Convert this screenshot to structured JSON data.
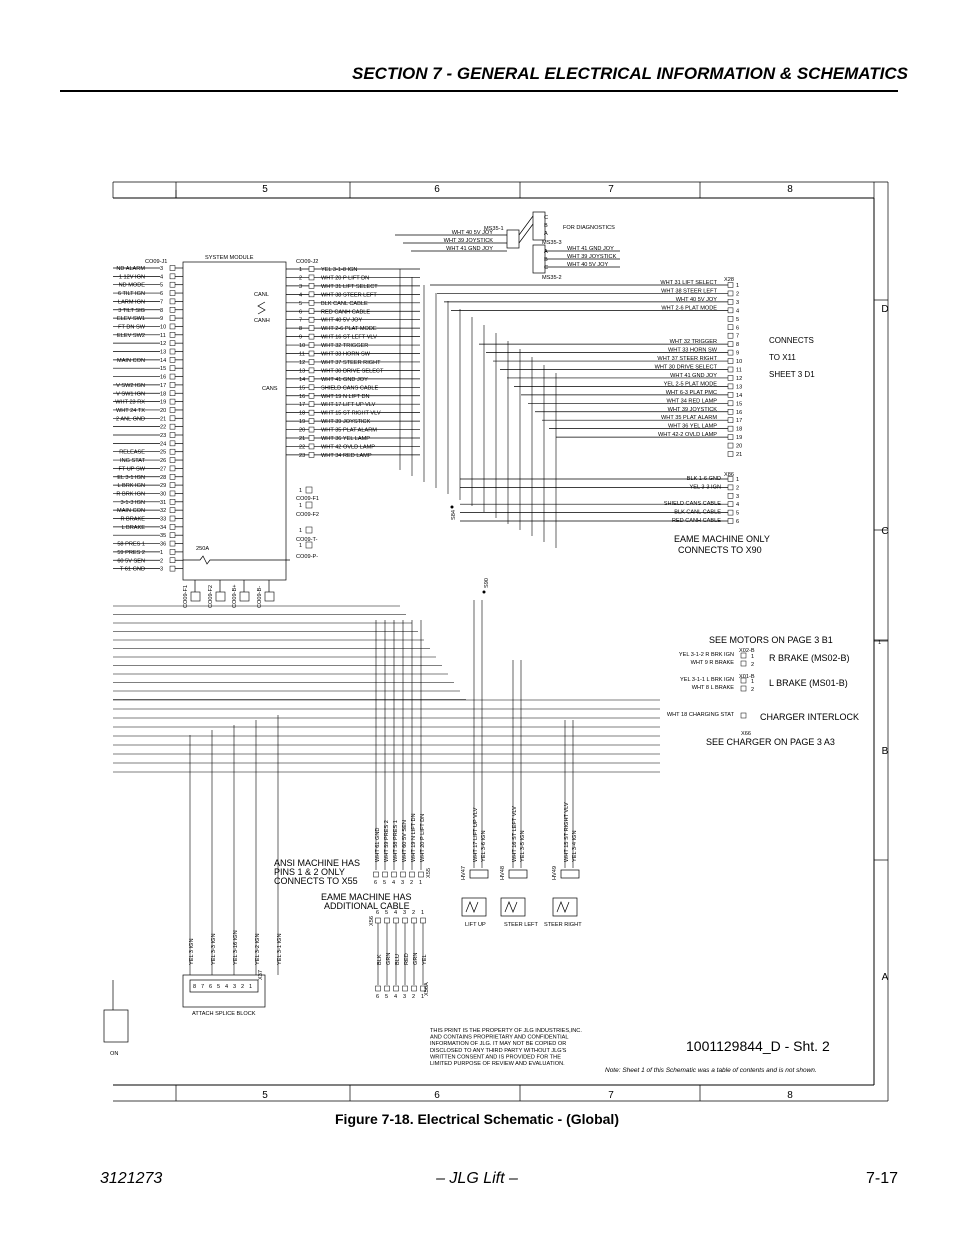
{
  "header": {
    "title": "SECTION 7 - GENERAL ELECTRICAL INFORMATION & SCHEMATICS"
  },
  "figure_caption": "Figure 7-18. Electrical Schematic - (Global)",
  "footer": {
    "doc_number": "3121273",
    "center": "– JLG Lift –",
    "page": "7-17"
  },
  "zones": {
    "top": [
      "5",
      "6",
      "7",
      "8"
    ],
    "bottom": [
      "5",
      "6",
      "7",
      "8"
    ],
    "side": [
      "D",
      "C",
      "B",
      "A"
    ]
  },
  "module": {
    "name": "SYSTEM MODULE",
    "j1": "CO09-J1",
    "j2": "CO09-J2",
    "canl": "CANL",
    "canh": "CANH",
    "cans": "CANS",
    "fuse": "250A",
    "f1": "CO09-F1",
    "f2": "CO09-F2",
    "tneg": "CO09-T-",
    "pneg": "CO09-P-"
  },
  "j1_labels": [
    "ND ALARM",
    "1 12V IGN",
    "ND MODE",
    "6 TILT IGN",
    "LARM IGN",
    "3 TILT SIG",
    "ELEV SW1",
    "FT DN SW",
    "ELEV SW2",
    "",
    "",
    "MAIN CON",
    "",
    "",
    "V SW2 IGN",
    "V SW1 IGN",
    "WHT 23 RX",
    "WHT 24 TX",
    "2 ANL GND",
    "",
    "",
    "",
    "RELEASE",
    "ING STAT",
    "FT UP SW",
    "EL 3-1 IGN",
    "L BRK IGN",
    "R BRK IGN",
    "3-1-3 IGN",
    "MAIN CON",
    "R BRAKE",
    "L BRAKE",
    "",
    "58 PRES 1",
    "59 PRES 2",
    "60 5V SEN",
    "T 61 GND"
  ],
  "j1_pins": [
    "3",
    "4",
    "5",
    "6",
    "7",
    "8",
    "9",
    "10",
    "11",
    "12",
    "13",
    "14",
    "15",
    "16",
    "17",
    "18",
    "19",
    "20",
    "21",
    "22",
    "23",
    "24",
    "25",
    "26",
    "27",
    "28",
    "29",
    "30",
    "31",
    "32",
    "33",
    "34",
    "35",
    "36",
    "1",
    "2",
    "3"
  ],
  "j2_wires": [
    "YEL 3-1-8 IGN",
    "WHT 20 P LIFT DN",
    "WHT 31 LIFT SELECT",
    "WHT 38 STEER LEFT",
    "BLK CANL CABLE",
    "RED CANH CABLE",
    "WHT 40 5V JOY",
    "WHT 2-6 PLAT MODE",
    "WHT 16 ST LEFT VLV",
    "WHT 32 TRIGGER",
    "WHT 33 HORN SW",
    "WHT 37 STEER RIGHT",
    "WHT 30 DRIVE SELECT",
    "WHT 41 GND JOY",
    "SHIELD CANS CABLE",
    "WHT 19 N LIFT DN",
    "WHT 17 LIFT UP VLV",
    "WHT 15 ST RIGHT VLV",
    "WHT 39 JOYSTICK",
    "WHT 35 PLAT ALARM",
    "WHT 36 YEL LAMP",
    "WHT 42 OVLD LAMP",
    "WHT 34 RED LAMP"
  ],
  "j2_pins": [
    "1",
    "2",
    "3",
    "4",
    "5",
    "6",
    "7",
    "8",
    "9",
    "10",
    "11",
    "12",
    "13",
    "14",
    "15",
    "16",
    "17",
    "18",
    "19",
    "20",
    "21",
    "22",
    "23"
  ],
  "diag": {
    "ms351": "MS35-1",
    "ms353": "MS35-3",
    "ms352": "MS35-2",
    "note": "FOR DIAGNOSTICS",
    "top_wires": [
      "WHT 40 5V JOY",
      "WHT 39 JOYSTICK",
      "WHT 41 GND JOY"
    ],
    "right_wires": [
      "WHT 41 GND JOY",
      "WHT 39 JOYSTICK",
      "WHT 40 5V JOY"
    ],
    "letters_c": [
      "C",
      "B",
      "A"
    ],
    "letters_a": [
      "A",
      "B",
      "C"
    ]
  },
  "x28": {
    "name": "X28",
    "wires": [
      "WHT 31 LIFT SELECT",
      "WHT 38 STEER LEFT",
      "WHT 40 5V JOY",
      "WHT 2-6 PLAT MODE",
      "",
      "",
      "",
      "WHT 32 TRIGGER",
      "WHT 33 HORN SW",
      "WHT 37 STEER RIGHT",
      "WHT 30 DRIVE SELECT",
      "WHT 41 GND JOY",
      "YEL 2-5 PLAT MODE",
      "WHT 6-3 PLAT PMC",
      "WHT 34 RED LAMP",
      "WHT 39 JOYSTICK",
      "WHT 35 PLAT ALARM",
      "WHT 36 YEL LAMP",
      "WHT 42-2 OVLD LAMP"
    ],
    "pins": [
      "1",
      "2",
      "3",
      "4",
      "5",
      "6",
      "7",
      "8",
      "9",
      "10",
      "11",
      "12",
      "13",
      "14",
      "15",
      "16",
      "17",
      "18",
      "19",
      "20",
      "21"
    ],
    "note_lines": [
      "CONNECTS",
      "TO X11",
      "SHEET 3 D1"
    ]
  },
  "x86": {
    "name": "X86",
    "wires": [
      "BLK 1-6 GND",
      "YEL 3-3 IGN",
      "",
      "SHIELD CANS CABLE",
      "BLK CANL CABLE",
      "RED CANH CABLE"
    ],
    "pins": [
      "1",
      "2",
      "3",
      "4",
      "5",
      "6"
    ],
    "note_lines": [
      "EAME MACHINE ONLY",
      "CONNECTS TO X90"
    ]
  },
  "splices": {
    "s84": "S84",
    "s90": "S90"
  },
  "motors": {
    "note": "SEE MOTORS ON PAGE 3 B1",
    "x02": "X02-B",
    "x01": "X01-B",
    "r_wires": [
      "YEL 3-1-2 R BRK IGN",
      "WHT 9 R BRAKE"
    ],
    "l_wires": [
      "YEL 3-1-1 L BRK IGN",
      "WHT 8 L BRAKE"
    ],
    "r_label": "R BRAKE (MS02-B)",
    "l_label": "L BRAKE (MS01-B)"
  },
  "charger": {
    "wire": "WHT 18 CHARGING STAT",
    "connector": "X66",
    "label": "CHARGER INTERLOCK",
    "note": "SEE CHARGER ON PAGE 3 A3"
  },
  "x55": {
    "name": "X55",
    "wires": [
      "WHT 61 GND",
      "WHT 59 PRES 2",
      "WHT 58 PRES 1",
      "WHT 60 5V SEN",
      "WHT 19 N LIFT DN",
      "WHT 20 P LIFT DN"
    ],
    "pins": [
      "6",
      "5",
      "4",
      "3",
      "2",
      "1"
    ],
    "note_lines": [
      "ANSI MACHINE HAS",
      "PINS 1 & 2 ONLY",
      "CONNECTS TO X55"
    ]
  },
  "valves": [
    {
      "conn": "HV47",
      "wires": [
        "WHT 17 LIFT UP VLV",
        "YEL 3-6 IGN"
      ],
      "label": "LIFT UP"
    },
    {
      "conn": "HV48",
      "wires": [
        "WHT 16 ST LEFT VLV",
        "YEL 3-5 IGN"
      ],
      "label": "STEER LEFT"
    },
    {
      "conn": "HV49",
      "wires": [
        "WHT 15 ST RIGHT VLV",
        "YEL 3-4 IGN"
      ],
      "label": "STEER RIGHT"
    }
  ],
  "eame_cable": {
    "note_lines": [
      "EAME MACHINE HAS",
      "ADDITIONAL CABLE"
    ],
    "top_conn": "X56",
    "bottom_conn": "X56A",
    "colors": [
      "BLK",
      "GRN",
      "BLU",
      "RED",
      "GRN",
      "YEL"
    ],
    "pins": [
      "6",
      "5",
      "4",
      "3",
      "2",
      "1"
    ]
  },
  "splice_block": {
    "label": "ATTACH SPLICE BLOCK",
    "connector": "X37",
    "wires": [
      "YEL 3 IGN",
      "YEL 3-3 IGN",
      "YEL 3-16 IGN",
      "YEL 3-2 IGN",
      "YEL 3-1 IGN"
    ],
    "pins": [
      "8",
      "7",
      "6",
      "5",
      "4",
      "3",
      "2",
      "1"
    ]
  },
  "fuse_studs": [
    "CO09-F1",
    "CO09-F2",
    "CO09-B+",
    "CO09-B-"
  ],
  "drawing_id": "1001129844_D - Sht. 2",
  "proprietary_notice": [
    "THIS PRINT IS THE PROPERTY OF JLG INDUSTRIES,INC.",
    "AND CONTAINS PROPRIETARY AND CONFIDENTIAL",
    "INFORMATION OF JLG.  IT MAY NOT BE COPIED OR",
    "DISCLOSED TO ANY THIRD PARTY WITHOUT JLG'S",
    "WRITTEN CONSENT AND IS PROVIDED FOR THE",
    "LIMITED PURPOSE OF REVIEW AND EVALUATION."
  ],
  "sheet_note": "Note: Sheet 1 of this Schematic was a table of contents and is not shown.",
  "on_fragment": "ON"
}
